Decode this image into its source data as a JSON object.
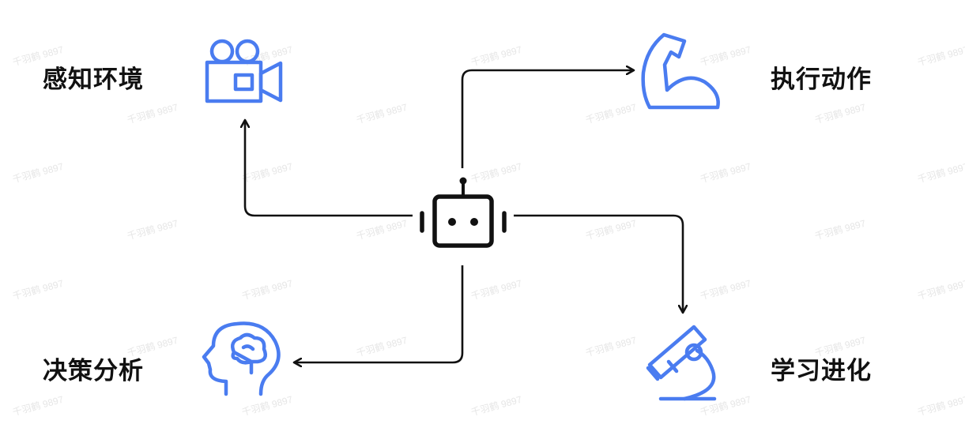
{
  "labels": {
    "perceive": "感知环境",
    "execute": "执行动作",
    "decide": "决策分析",
    "learn": "学习进化"
  },
  "watermark": "千羽鹤 9897",
  "icons": {
    "center": "robot-icon",
    "perceive": "video-camera-icon",
    "execute": "flexed-arm-icon",
    "decide": "brain-head-icon",
    "learn": "microscope-icon"
  },
  "colors": {
    "icon_blue": "#4a7cf0",
    "line": "#111111"
  }
}
